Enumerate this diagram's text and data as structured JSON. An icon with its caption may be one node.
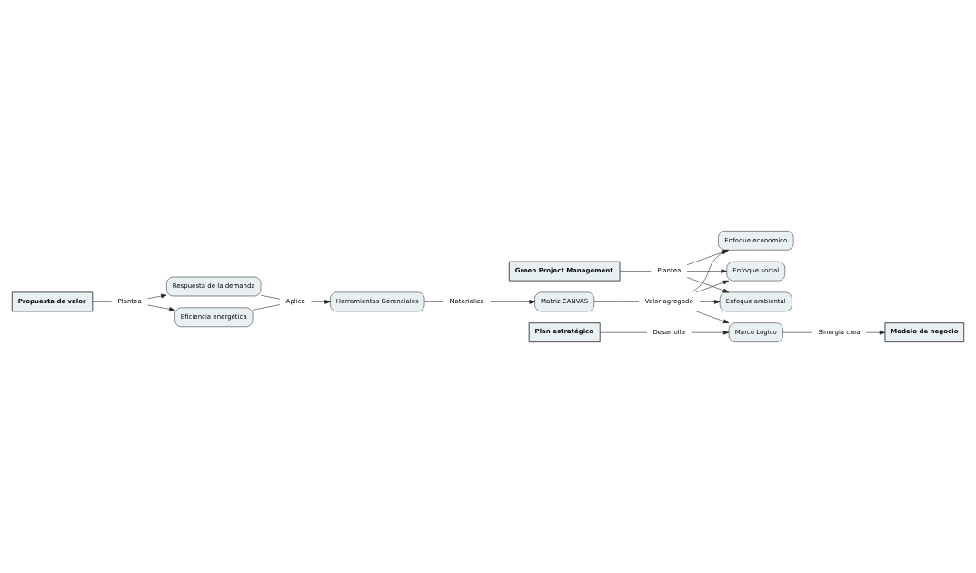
{
  "diagram": {
    "nodes": [
      {
        "text": [
          "Propuesta de valor"
        ]
      },
      {
        "text": [
          "Plantea"
        ]
      },
      {
        "text": [
          "Respuesta de la demanda"
        ]
      },
      {
        "text": [
          "Eficiencia energética"
        ]
      },
      {
        "text": [
          "Aplica"
        ]
      },
      {
        "text": [
          "Herramientas Gerenciales"
        ]
      },
      {
        "text": [
          "Materializa"
        ]
      },
      {
        "text": [
          "Matriz CANVAS"
        ]
      },
      {
        "text": [
          "Valor agregado"
        ]
      },
      {
        "text": [
          "Enfoque economico"
        ]
      },
      {
        "text": [
          "Green Project Management"
        ]
      },
      {
        "text": [
          "Plantea"
        ]
      },
      {
        "text": [
          "Enfoque social"
        ]
      },
      {
        "text": [
          "Enfoque ambiental"
        ]
      },
      {
        "text": [
          "Plan estratégico"
        ]
      },
      {
        "text": [
          "Desarrolla"
        ]
      },
      {
        "text": [
          "Marco Lógico"
        ]
      },
      {
        "text": [
          "Sinergia crea"
        ]
      },
      {
        "text": [
          "Modelo de negocio"
        ]
      }
    ],
    "edges": [
      {
        "from": 0,
        "to": 1,
        "arrow": "none"
      },
      {
        "from": 1,
        "to": 2,
        "arrow": "to"
      },
      {
        "from": 1,
        "to": 3,
        "arrow": "to"
      },
      {
        "from": 2,
        "to": 4,
        "arrow": "none"
      },
      {
        "from": 3,
        "to": 4,
        "arrow": "none"
      },
      {
        "from": 4,
        "to": 5,
        "arrow": "to"
      },
      {
        "from": 5,
        "to": 6,
        "arrow": "none"
      },
      {
        "from": 6,
        "to": 7,
        "arrow": "to"
      },
      {
        "from": 7,
        "to": 8,
        "arrow": "none"
      },
      {
        "from": 8,
        "to": 9,
        "arrow": "to"
      },
      {
        "from": 8,
        "to": 12,
        "arrow": "to"
      },
      {
        "from": 8,
        "to": 13,
        "arrow": "to"
      },
      {
        "from": 8,
        "to": 16,
        "arrow": "to"
      },
      {
        "from": 10,
        "to": 11,
        "arrow": "none"
      },
      {
        "from": 11,
        "to": 9,
        "arrow": "to"
      },
      {
        "from": 11,
        "to": 12,
        "arrow": "to"
      },
      {
        "from": 11,
        "to": 13,
        "arrow": "to"
      },
      {
        "from": 14,
        "to": 15,
        "arrow": "none"
      },
      {
        "from": 15,
        "to": 16,
        "arrow": "to"
      },
      {
        "from": 16,
        "to": 17,
        "arrow": "none"
      },
      {
        "from": 17,
        "to": 18,
        "arrow": "to"
      }
    ]
  }
}
